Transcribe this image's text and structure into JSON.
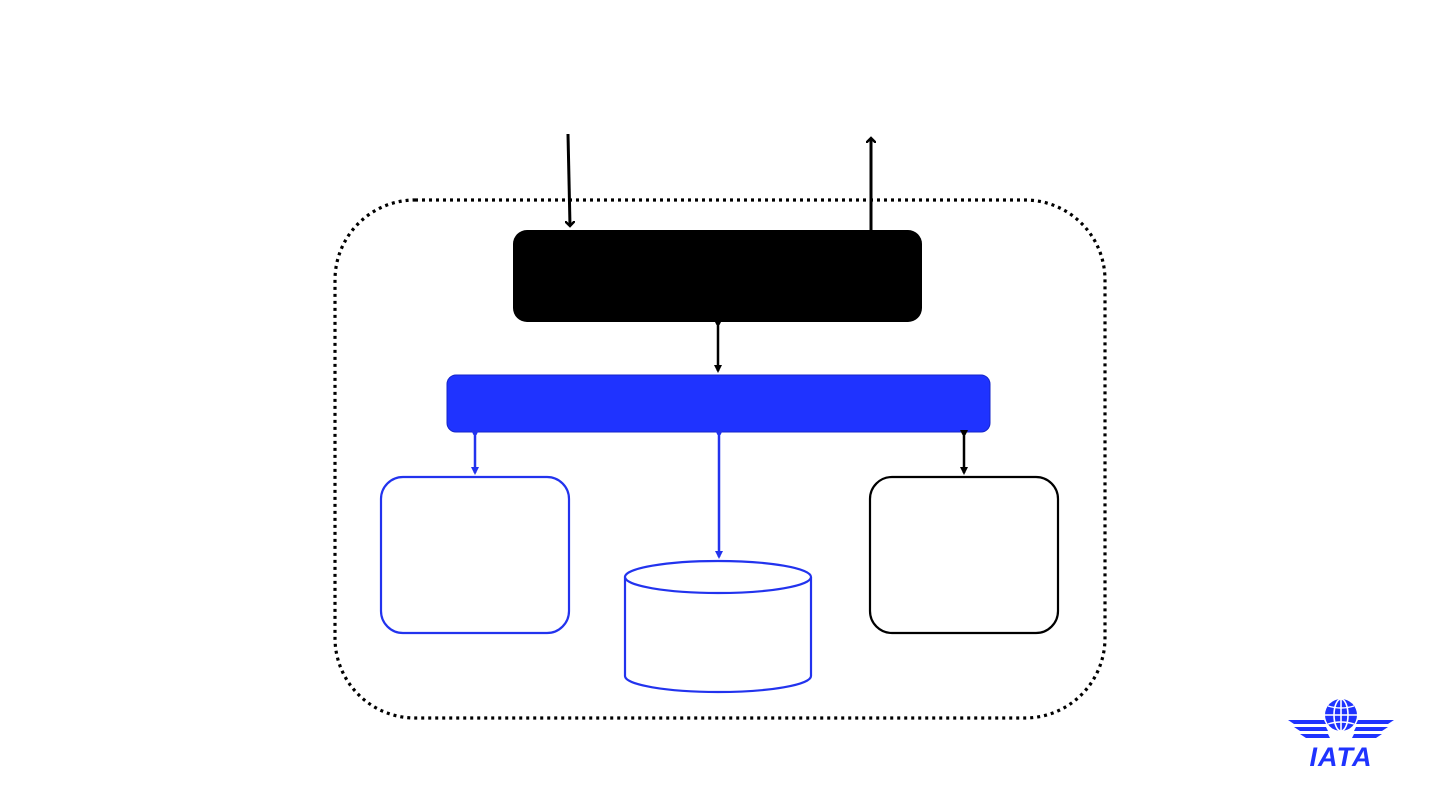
{
  "colors": {
    "background": "#ffffff",
    "boundary": "#000000",
    "top_block": "#000000",
    "blue_bar": "#1f33ff",
    "blue_outline": "#2233ee",
    "black_outline": "#000000",
    "logo_blue": "#1f33ff"
  },
  "diagram": {
    "boundary_style": "dotted",
    "connectors": [
      {
        "from": "external",
        "to": "top-block",
        "direction": "into-block"
      },
      {
        "from": "top-block",
        "to": "external",
        "direction": "out-of-block"
      },
      {
        "from": "top-block",
        "to": "blue-bar",
        "direction": "bidirectional"
      },
      {
        "from": "blue-bar",
        "to": "left-box",
        "direction": "bidirectional"
      },
      {
        "from": "blue-bar",
        "to": "database",
        "direction": "bidirectional"
      },
      {
        "from": "blue-bar",
        "to": "right-box",
        "direction": "bidirectional"
      }
    ],
    "icons": {
      "database": "database-cylinder-icon",
      "logo_globe": "globe-icon"
    }
  },
  "logo": {
    "text": "IATA"
  }
}
